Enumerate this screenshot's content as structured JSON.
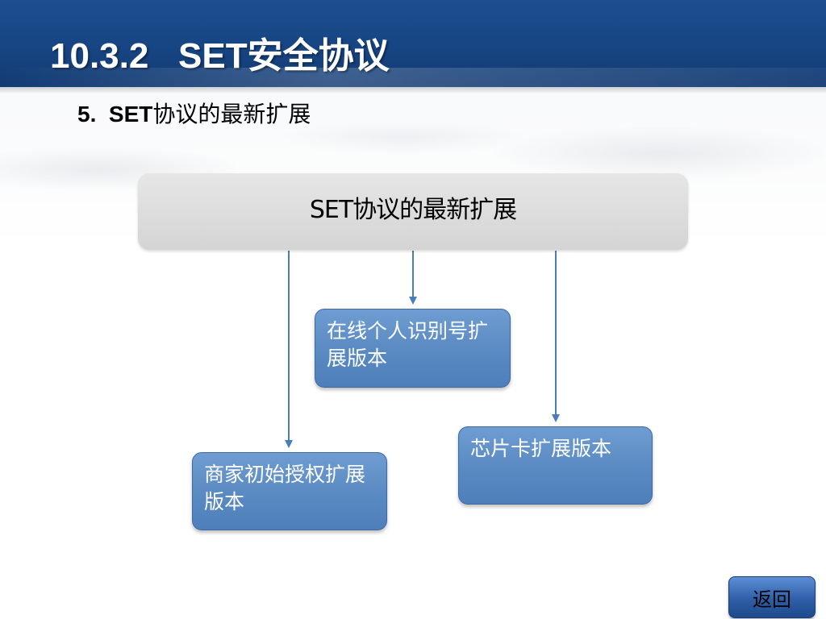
{
  "header": {
    "title": "10.3.2   SET安全协议"
  },
  "section": {
    "number": "5.  SET",
    "title_rest": "协议的最新扩展"
  },
  "diagram": {
    "root": "SET协议的最新扩展",
    "children": [
      {
        "label": "在线个人识别号扩展版本"
      },
      {
        "label": "芯片卡扩展版本"
      },
      {
        "label": "商家初始授权扩展版本"
      }
    ],
    "colors": {
      "child_fill": "#5b8bc3",
      "root_fill": "#d9d9d9",
      "connector": "#4a7ebb",
      "header": "#1a4a8a"
    }
  },
  "nav": {
    "back_label": "返回"
  }
}
